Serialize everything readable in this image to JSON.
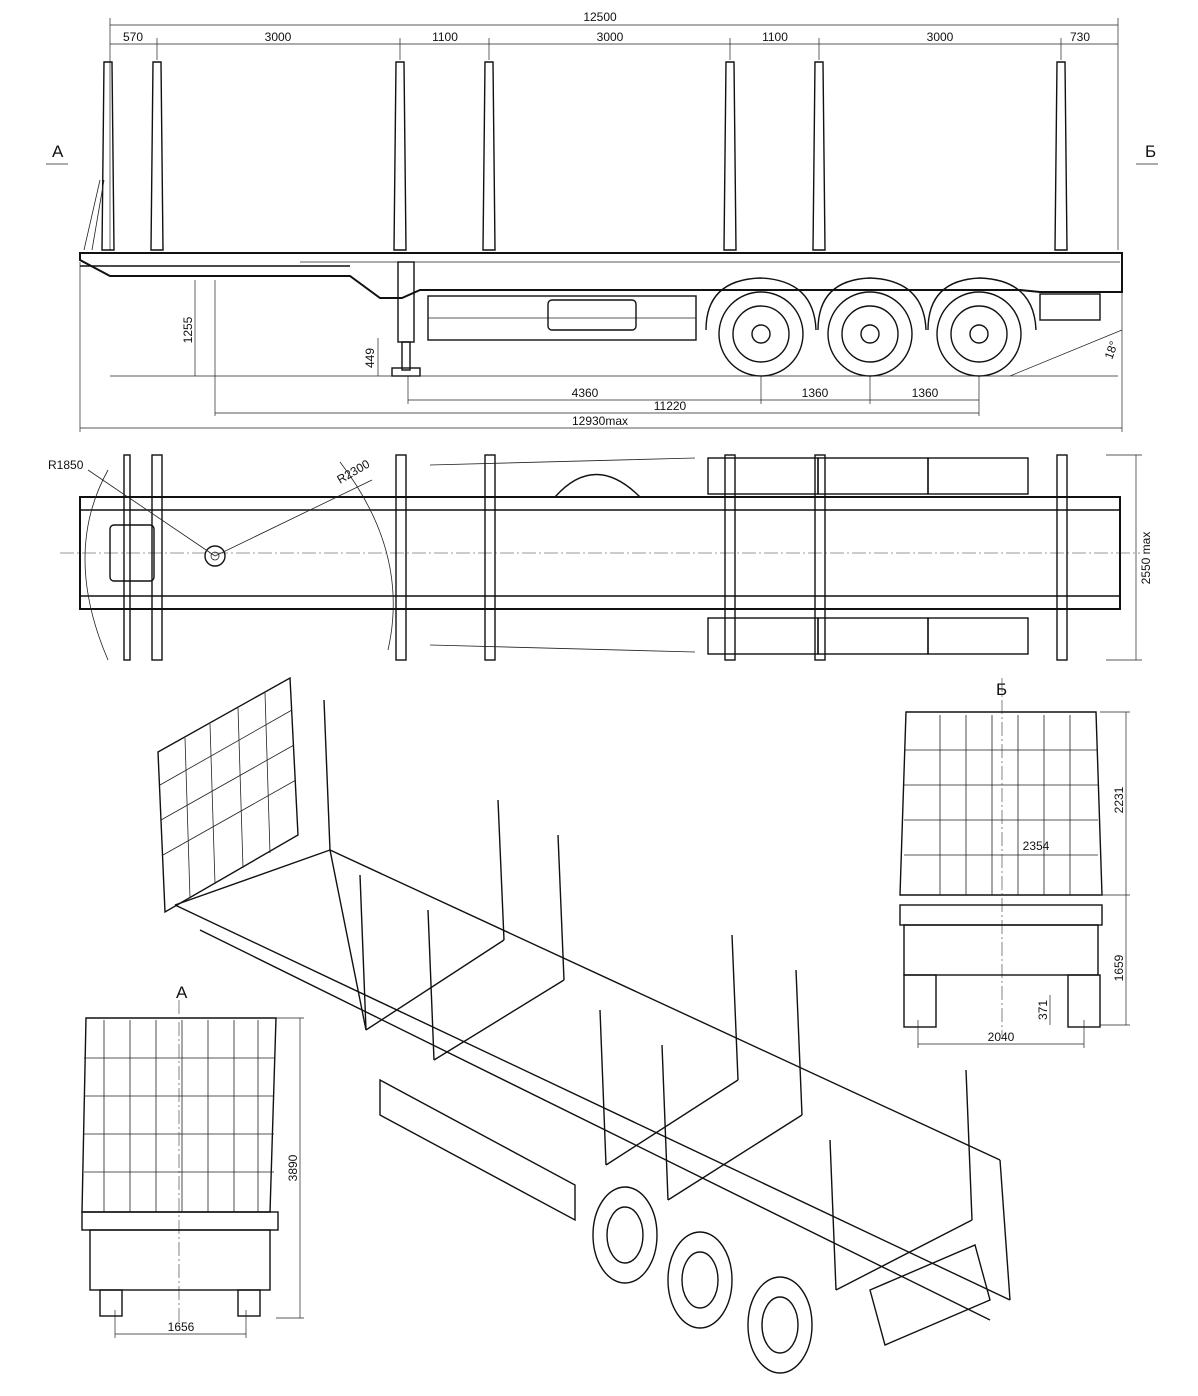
{
  "side_view": {
    "overall_length": "12500",
    "segments": [
      "570",
      "3000",
      "1100",
      "3000",
      "1100",
      "3000",
      "730"
    ],
    "view_marker_left": "А",
    "view_marker_right": "Б",
    "height_label": "1255",
    "leg_label": "449",
    "angle_label": "18°",
    "dims_bottom": [
      "4360",
      "1360",
      "1360"
    ],
    "wheelbase": "11220",
    "max_length": "12930max"
  },
  "top_view": {
    "radius_front": "R1850",
    "radius_swing": "R2300",
    "width": "2550 max"
  },
  "view_b": {
    "title": "Б",
    "height_upper": "2231",
    "width_inner": "2354",
    "height_lower": "1659",
    "small": "371",
    "track": "2040"
  },
  "view_a": {
    "title": "А",
    "height": "3890",
    "track": "1656"
  }
}
